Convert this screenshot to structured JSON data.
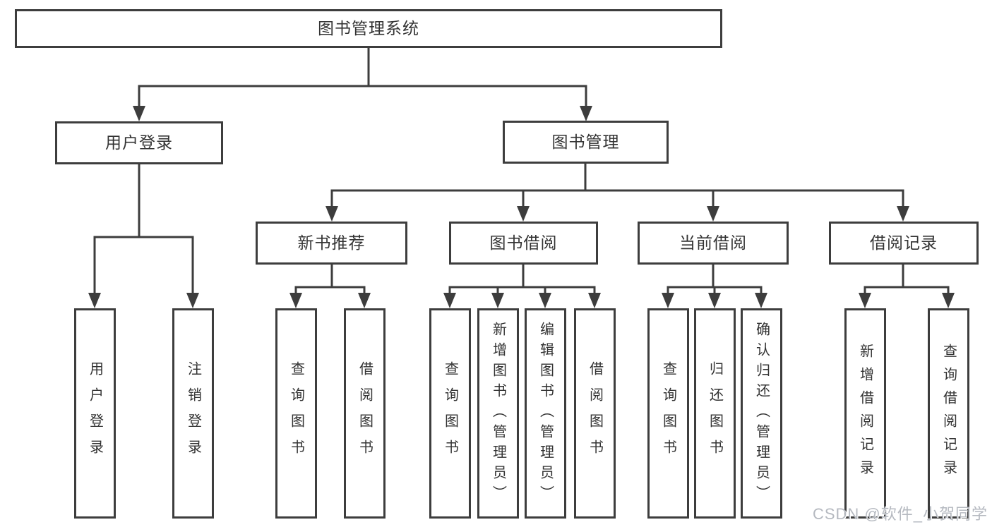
{
  "diagram": {
    "root": "图书管理系统",
    "level2": {
      "user_login": "用户登录",
      "book_management": "图书管理"
    },
    "level3": {
      "new_books": "新书推荐",
      "borrow": "图书借阅",
      "current": "当前借阅",
      "records": "借阅记录"
    },
    "leaves": {
      "login": [
        "用户登录",
        "注销登录"
      ],
      "new_books": [
        "查询图书",
        "借阅图书"
      ],
      "borrow": [
        "查询图书",
        "新增图书（管理员）",
        "编辑图书（管理员）",
        "借阅图书"
      ],
      "current": [
        "查询图书",
        "归还图书",
        "确认归还（管理员）"
      ],
      "records": [
        "新增借阅记录",
        "查询借阅记录"
      ]
    }
  },
  "watermark": "CSDN @软件_小贺同学",
  "colors": {
    "line": "#3d3d3d",
    "text": "#333333",
    "watermark": "#b5b9c0",
    "background": "#ffffff"
  }
}
